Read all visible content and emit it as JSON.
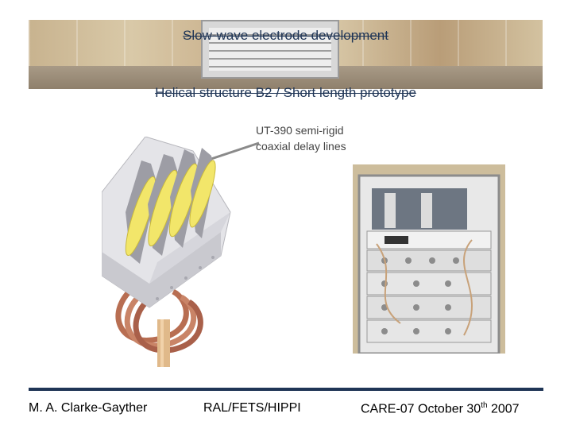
{
  "slide": {
    "title": "Slow-wave electrode development",
    "subtitle": "Helical structure B2 / Short length prototype",
    "callout_line1": "UT-390 semi-rigid",
    "callout_line2": "coaxial delay lines"
  },
  "footer": {
    "author": "M. A. Clarke-Gayther",
    "organization": "RAL/FETS/HIPPI",
    "conference_prefix": "CARE-07 October 30",
    "conference_sup": "th",
    "conference_suffix": " 2007"
  },
  "colors": {
    "title_text": "#1f3556",
    "footer_rule": "#1f3556",
    "electrode_yellow": "#f2e66a",
    "coax_copper": "#b86e52"
  }
}
